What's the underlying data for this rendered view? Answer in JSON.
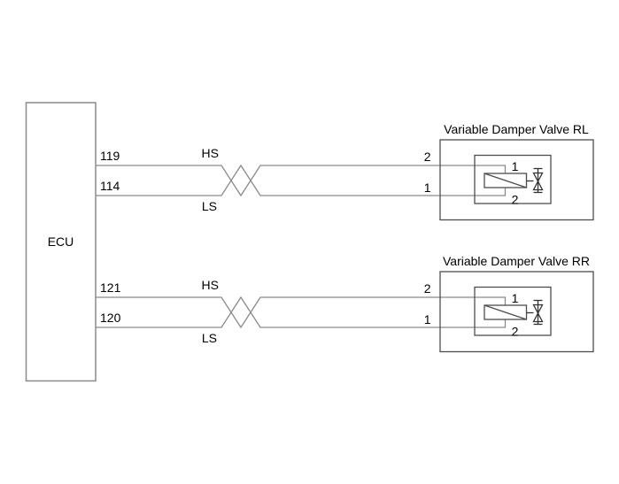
{
  "diagram": {
    "type": "wiring-diagram",
    "ecu_label": "ECU",
    "colors": {
      "wire": "#8a8a8a",
      "box": "#4d4d4d",
      "symbol": "#333333",
      "text": "#000000",
      "background": "#ffffff"
    },
    "circuits": [
      {
        "id": "RL",
        "valve_label": "Variable Damper Valve RL",
        "ecu_pin_hs": "119",
        "ecu_pin_ls": "114",
        "hs_label": "HS",
        "ls_label": "LS",
        "valve_pin_top": "2",
        "valve_pin_bottom": "1",
        "coil_pin_top": "1",
        "coil_pin_bottom": "2"
      },
      {
        "id": "RR",
        "valve_label": "Variable Damper Valve RR",
        "ecu_pin_hs": "121",
        "ecu_pin_ls": "120",
        "hs_label": "HS",
        "ls_label": "LS",
        "valve_pin_top": "2",
        "valve_pin_bottom": "1",
        "coil_pin_top": "1",
        "coil_pin_bottom": "2"
      }
    ]
  }
}
